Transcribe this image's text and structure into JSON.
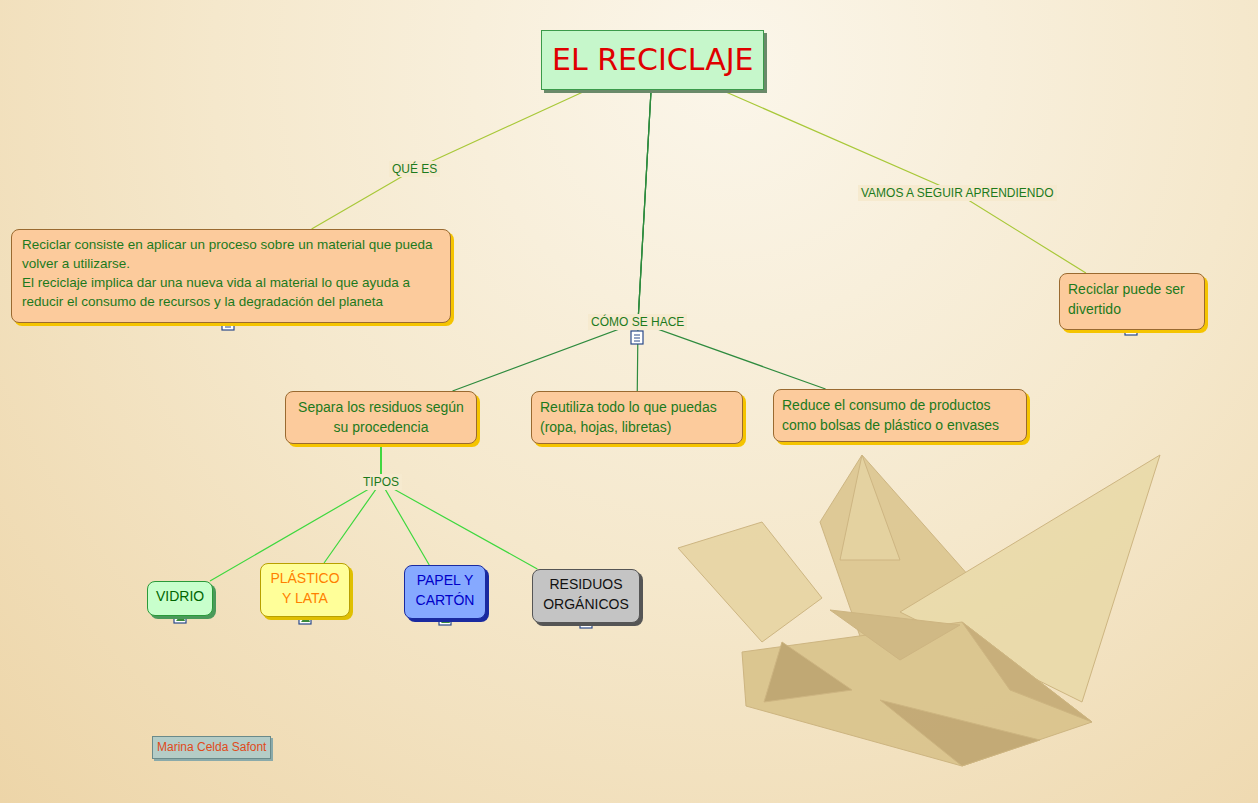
{
  "diagram": {
    "nodes": [
      {
        "text": [
          "EL RECICLAJE"
        ]
      },
      {
        "text": [
          "Reciclar consiste en aplicar un proceso sobre un material que pueda volver a utilizarse.",
          "El reciclaje implica dar una nueva vida al material lo que ayuda a reducir el consumo de recursos y la degradación del planeta"
        ]
      },
      {
        "text": [
          "Reciclar puede ser divertido"
        ]
      },
      {
        "text": [
          "Separa los residuos según su procedencia"
        ]
      },
      {
        "text": [
          "Reutiliza todo lo que puedas (ropa, hojas, libretas)"
        ]
      },
      {
        "text": [
          "Reduce el consumo de productos como bolsas de plástico o envases"
        ]
      },
      {
        "text": [
          "VIDRIO"
        ]
      },
      {
        "text": [
          "PLÁSTICO Y LATA"
        ]
      },
      {
        "text": [
          "PAPEL Y CARTÓN"
        ]
      },
      {
        "text": [
          "RESIDUOS ORGÁNICOS"
        ]
      },
      {
        "text": [
          "Marina Celda Safont"
        ]
      }
    ],
    "edges": [
      {
        "from": 0,
        "to": 1,
        "label": "QUÉ ES",
        "arrow": "none"
      },
      {
        "from": 0,
        "to": 2,
        "label": "VAMOS A SEGUIR APRENDIENDO",
        "arrow": "none"
      },
      {
        "from": 0,
        "to": 3,
        "arrow": "none"
      },
      {
        "from": 0,
        "to": 4,
        "label": "CÓMO SE HACE",
        "arrow": "none"
      },
      {
        "from": 0,
        "to": 5,
        "arrow": "none"
      },
      {
        "from": 3,
        "to": 6,
        "arrow": "none"
      },
      {
        "from": 3,
        "to": 7,
        "arrow": "none"
      },
      {
        "from": 3,
        "to": 8,
        "label": "TIPOS",
        "arrow": "none"
      },
      {
        "from": 3,
        "to": 9,
        "arrow": "none"
      }
    ]
  }
}
